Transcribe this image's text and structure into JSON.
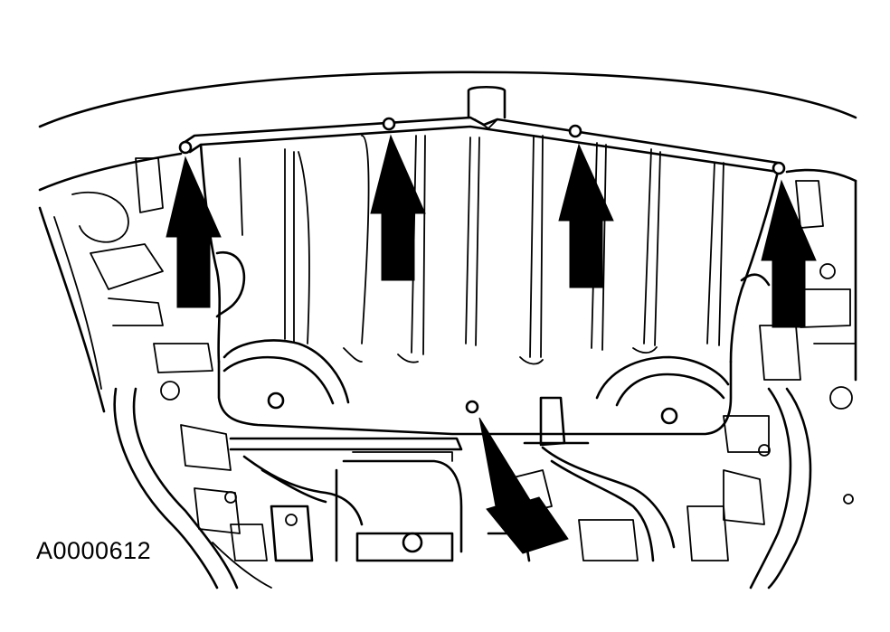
{
  "figure": {
    "id_label": "A0000612"
  },
  "callouts": {
    "arrow_count": 5,
    "arrow_color": "#000000",
    "fastener_marker": "circle-hole"
  }
}
